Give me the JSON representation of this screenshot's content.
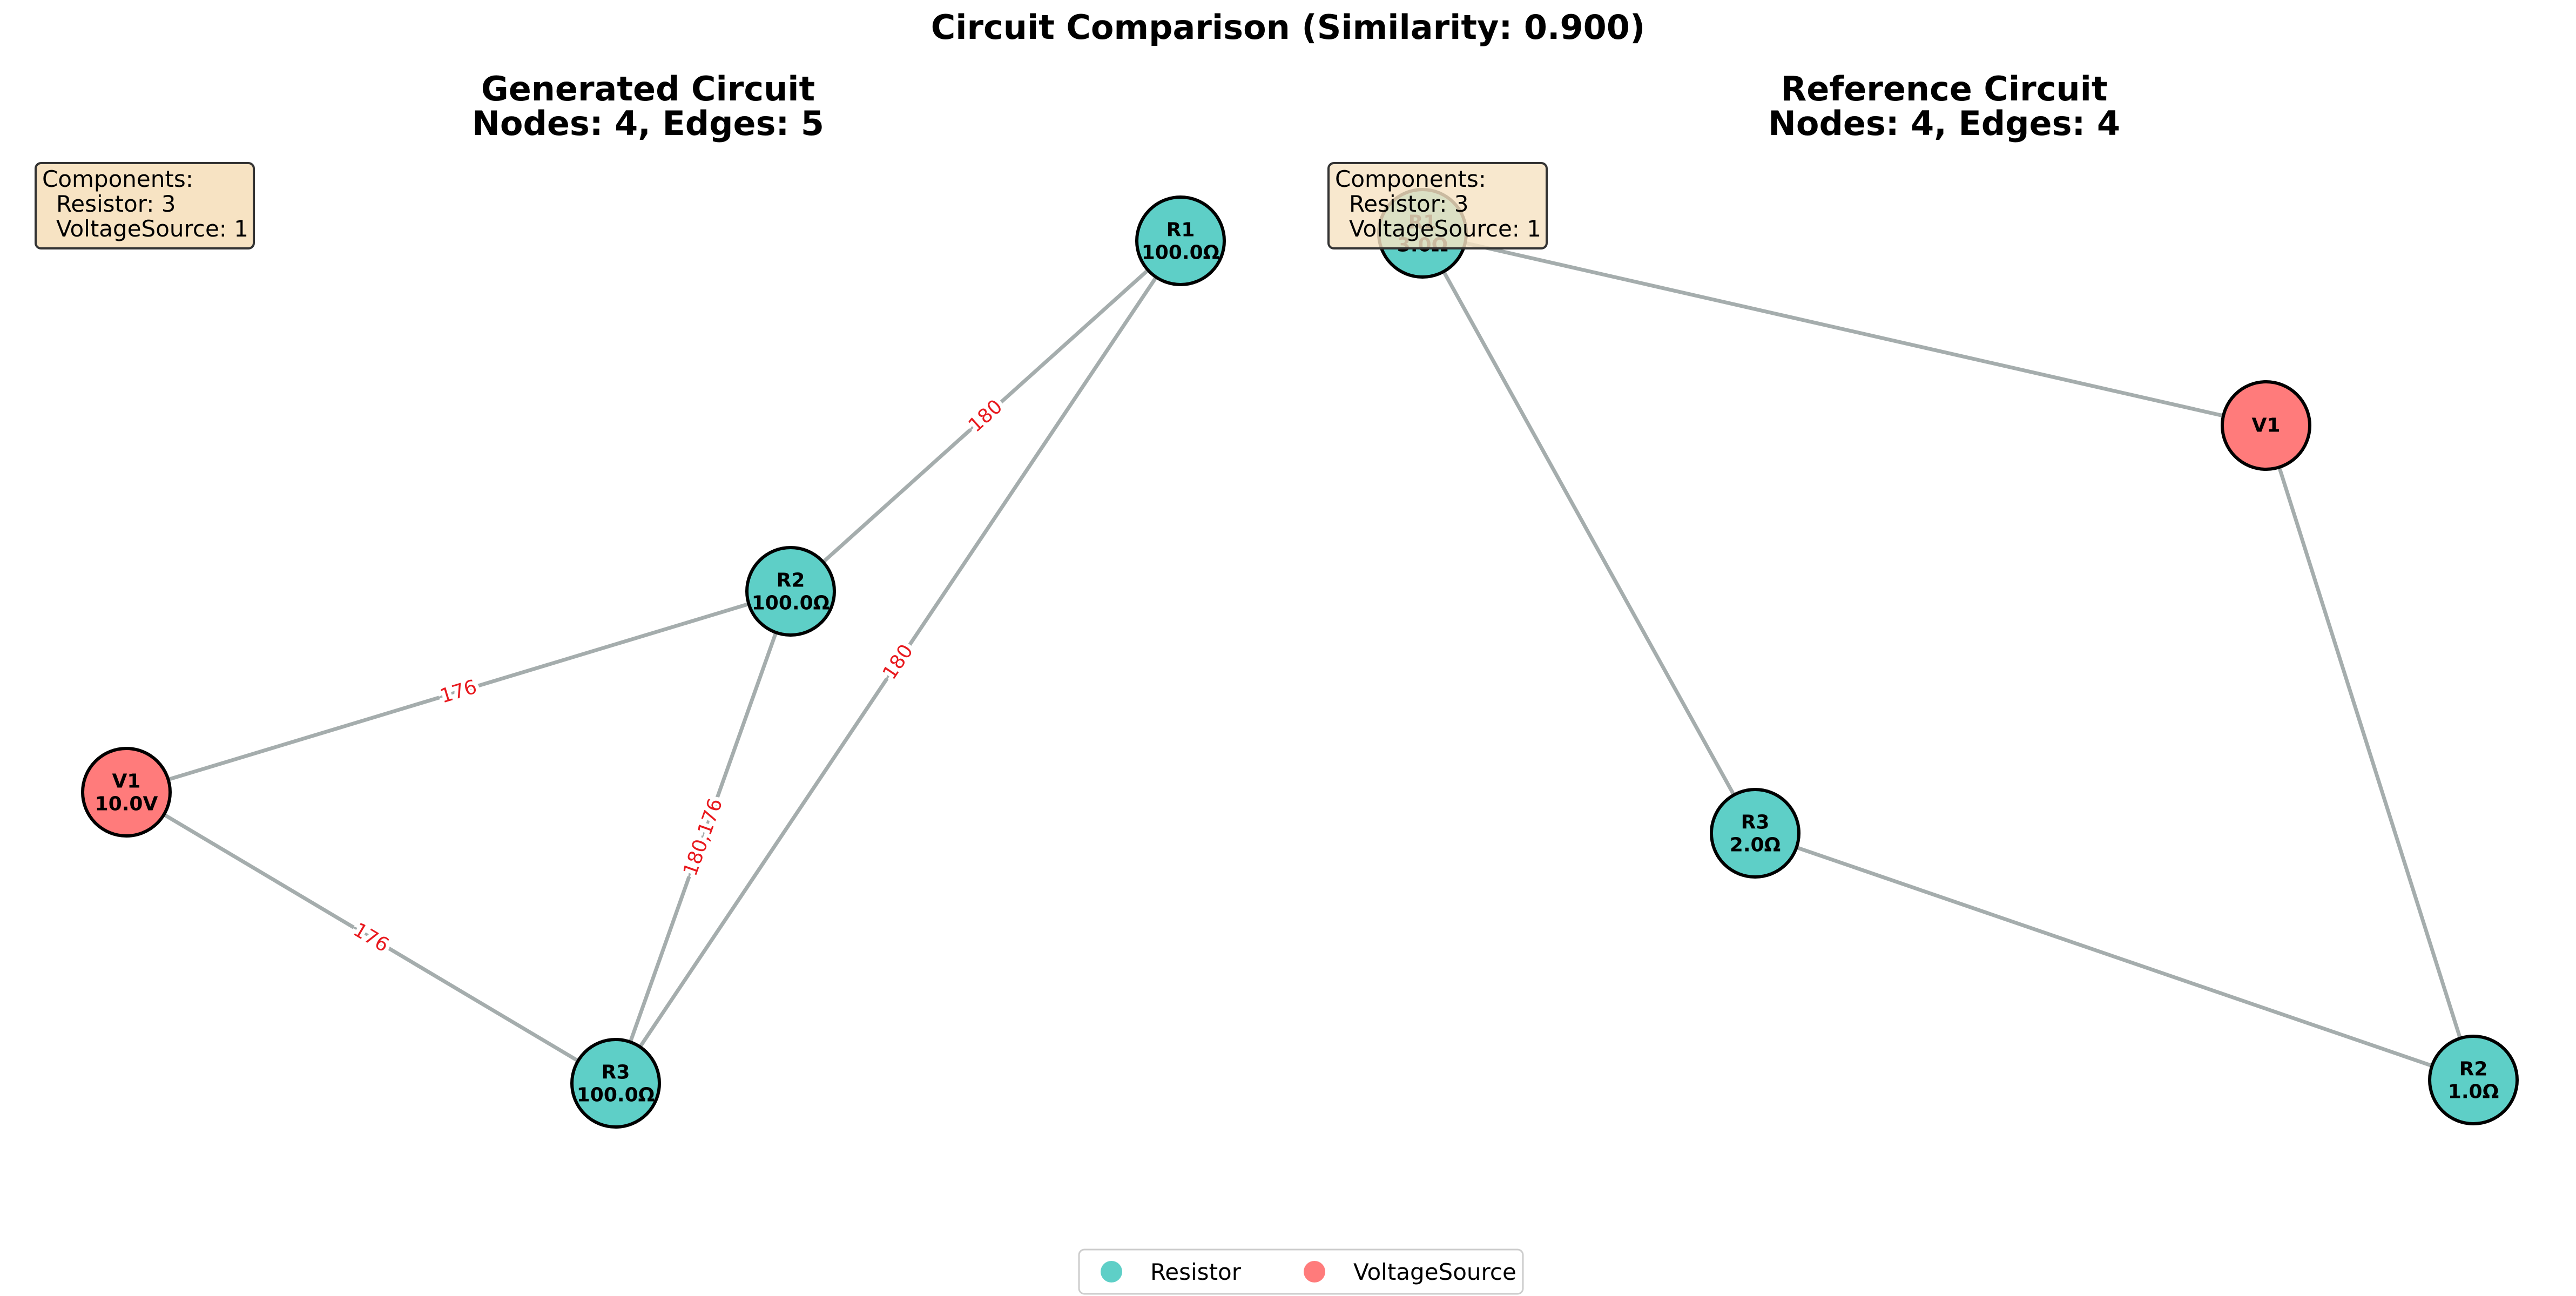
{
  "title": "Circuit Comparison (Similarity: 0.900)",
  "colors": {
    "resistor": "#5ECFC7",
    "voltage_source": "#FF7B7B",
    "edge": "#A5ADAD",
    "edge_label": "#E8191E",
    "node_stroke": "#000000",
    "box_fill": "#F7E3C3",
    "box_stroke": "#333333"
  },
  "panels": [
    {
      "id": "generated",
      "title_line1": "Generated Circuit",
      "title_line2": "Nodes: 4, Edges: 5",
      "components_box": {
        "header": "Components:",
        "lines": [
          "Resistor: 3",
          "VoltageSource: 1"
        ]
      },
      "nodes": [
        {
          "id": "R1",
          "label": "R1",
          "value": "100.0Ω",
          "kind": "resistor"
        },
        {
          "id": "R2",
          "label": "R2",
          "value": "100.0Ω",
          "kind": "resistor"
        },
        {
          "id": "V1",
          "label": "V1",
          "value": "10.0V",
          "kind": "voltage_source"
        },
        {
          "id": "R3",
          "label": "R3",
          "value": "100.0Ω",
          "kind": "resistor"
        }
      ],
      "edges": [
        {
          "from": "R2",
          "to": "R1",
          "label": "180"
        },
        {
          "from": "R3",
          "to": "R1",
          "label": "180"
        },
        {
          "from": "V1",
          "to": "R2",
          "label": "176"
        },
        {
          "from": "R3",
          "to": "R2",
          "label": "180,176"
        },
        {
          "from": "V1",
          "to": "R3",
          "label": "176"
        }
      ]
    },
    {
      "id": "reference",
      "title_line1": "Reference Circuit",
      "title_line2": "Nodes: 4, Edges: 4",
      "components_box": {
        "header": "Components:",
        "lines": [
          "Resistor: 3",
          "VoltageSource: 1"
        ]
      },
      "nodes": [
        {
          "id": "R1",
          "label": "R1",
          "value": "3.0Ω",
          "kind": "resistor"
        },
        {
          "id": "V1",
          "label": "V1",
          "value": "",
          "kind": "voltage_source"
        },
        {
          "id": "R3",
          "label": "R3",
          "value": "2.0Ω",
          "kind": "resistor"
        },
        {
          "id": "R2",
          "label": "R2",
          "value": "1.0Ω",
          "kind": "resistor"
        }
      ],
      "edges": [
        {
          "from": "R1",
          "to": "V1",
          "label": ""
        },
        {
          "from": "R1",
          "to": "R3",
          "label": ""
        },
        {
          "from": "R3",
          "to": "R2",
          "label": ""
        },
        {
          "from": "V1",
          "to": "R2",
          "label": ""
        }
      ]
    }
  ],
  "legend": [
    {
      "label": "Resistor",
      "kind": "resistor"
    },
    {
      "label": "VoltageSource",
      "kind": "voltage_source"
    }
  ]
}
